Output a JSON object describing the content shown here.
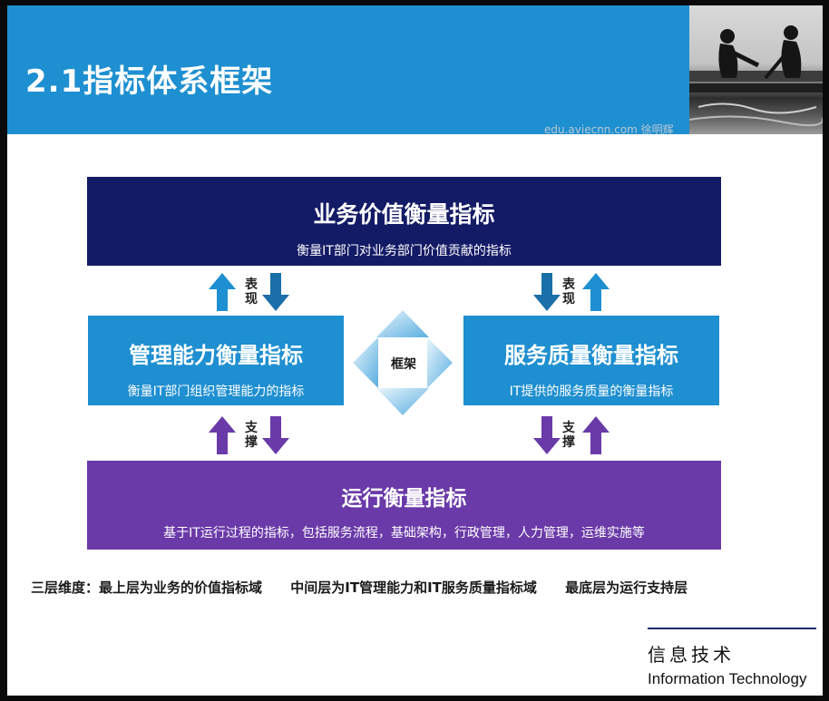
{
  "header": {
    "title": "2.1指标体系框架"
  },
  "watermark": "edu.aviecnn.com 徐明辉",
  "boxes": {
    "top": {
      "title": "业务价值衡量指标",
      "subtitle": "衡量IT部门对业务部门价值贡献的指标"
    },
    "left": {
      "title": "管理能力衡量指标",
      "subtitle": "衡量IT部门组织管理能力的指标"
    },
    "right": {
      "title": "服务质量衡量指标",
      "subtitle": "IT提供的服务质量的衡量指标"
    },
    "bottom": {
      "title": "运行衡量指标",
      "subtitle": "基于IT运行过程的指标，包括服务流程，基础架构，行政管理，人力管理，运维实施等"
    }
  },
  "arrow_labels": {
    "upper_left": [
      "表",
      "现"
    ],
    "upper_right": [
      "表",
      "现"
    ],
    "lower_left": [
      "支",
      "撑"
    ],
    "lower_right": [
      "支",
      "撑"
    ]
  },
  "center_label": "框架",
  "footer": {
    "items": [
      "三层维度：最上层为业务的价值指标域",
      "中间层为IT管理能力和IT服务质量指标域",
      "最底层为运行支持层"
    ]
  },
  "brand": {
    "cn": "信息技术",
    "en": "Information Technology"
  },
  "colors": {
    "header_blue": "#1e8fd0",
    "top_navy": "#141b66",
    "middle_blue": "#1e8fd0",
    "bottom_purple": "#6a3aa8"
  }
}
